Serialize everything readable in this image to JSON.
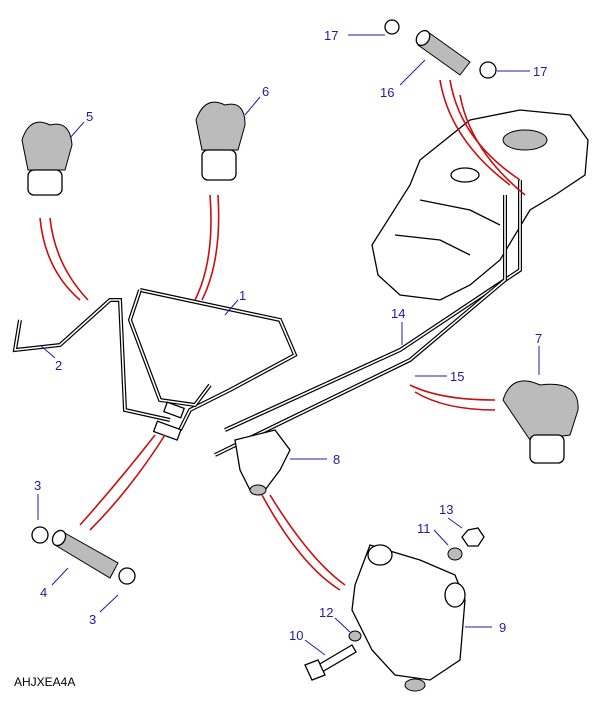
{
  "diagram_code": "AHJXEA4A",
  "callouts": {
    "c1": "1",
    "c2": "2",
    "c3a": "3",
    "c3b": "3",
    "c4": "4",
    "c5": "5",
    "c6": "6",
    "c7": "7",
    "c8": "8",
    "c9": "9",
    "c10": "10",
    "c11": "11",
    "c12": "12",
    "c13": "13",
    "c14": "14",
    "c15": "15",
    "c16": "16",
    "c17a": "17",
    "c17b": "17"
  },
  "colors": {
    "callout": "#1c1ca8",
    "link_line": "#c81010"
  }
}
